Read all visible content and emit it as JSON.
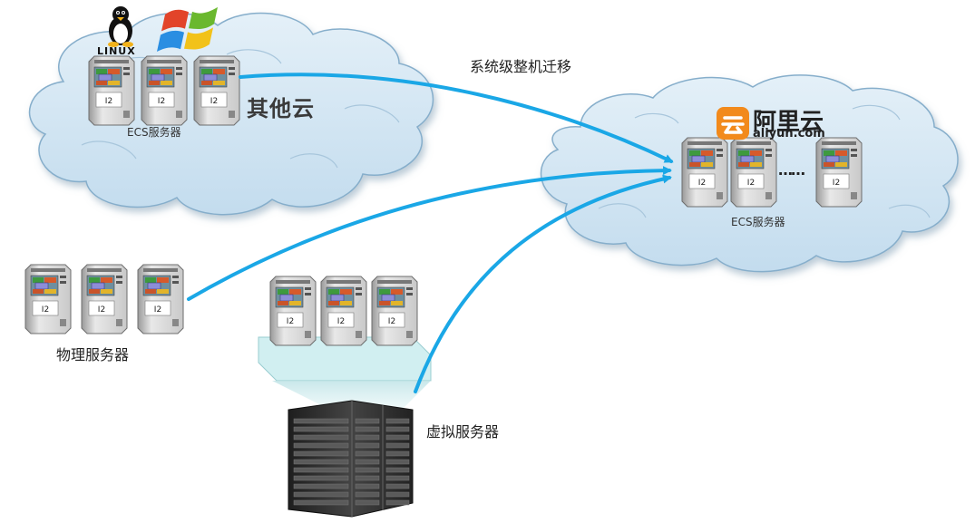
{
  "labels": {
    "migration": "系统级整机迁移",
    "other_cloud": "其他云",
    "ecs_left": "ECS服务器",
    "ecs_right": "ECS服务器",
    "physical": "物理服务器",
    "virtual": "虚拟服务器",
    "linux": "LINUX",
    "aliyun_cn": "阿里云",
    "aliyun_en": "aliyun.com",
    "dots": "……"
  },
  "server_badge": "I2",
  "colors": {
    "cloud_fill": "#cfe4f2",
    "cloud_stroke": "#7fa9c6",
    "arrow": "#1aa7e6",
    "aliyun_orange": "#f28a1c",
    "rack": "#2e2e2e"
  },
  "icons": [
    "linux-penguin-icon",
    "windows-logo-icon",
    "aliyun-logo-icon"
  ]
}
